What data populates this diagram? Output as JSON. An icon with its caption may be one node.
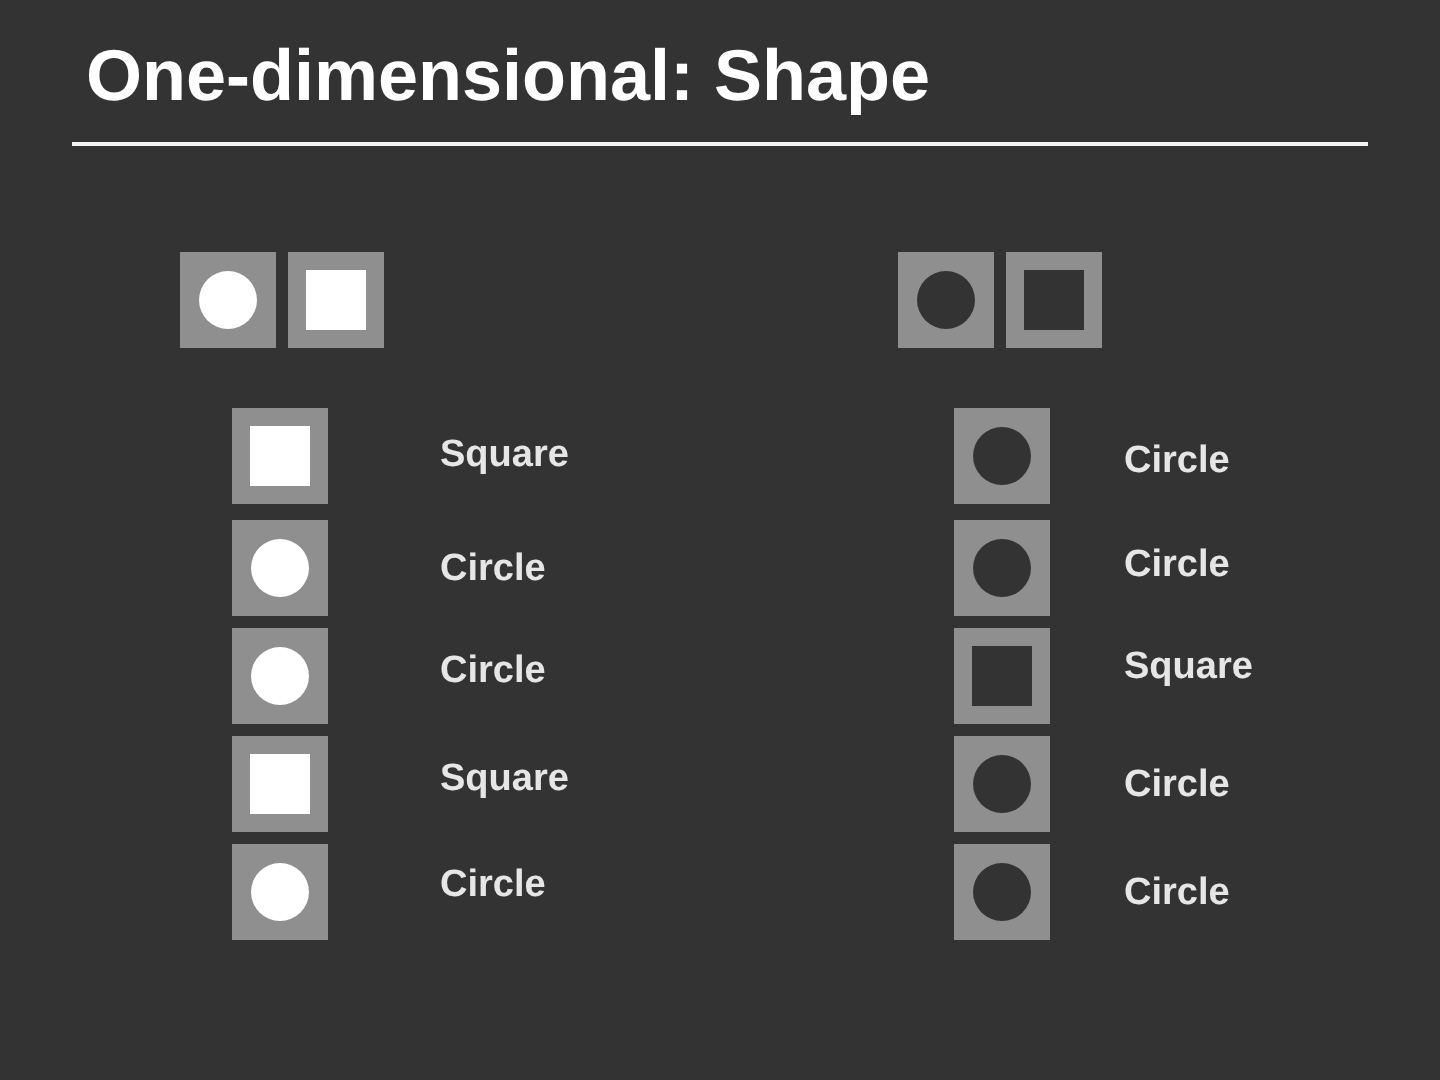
{
  "diagram": {
    "title": "One-dimensional: Shape",
    "labels": [
      "Square",
      "Circle",
      "Circle",
      "Square",
      "Circle",
      "Circle",
      "Circle",
      "Square",
      "Circle",
      "Circle"
    ]
  }
}
